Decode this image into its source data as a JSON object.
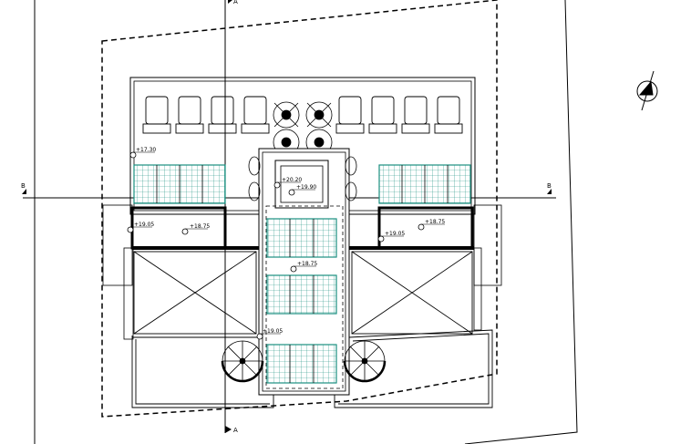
{
  "plan": {
    "section_labels": {
      "b_left": "B",
      "b_right": "B",
      "a_top": "A",
      "a_bottom": "A"
    },
    "elevations": {
      "e1": "+17.30",
      "e2": "+20.20",
      "e3": "+19.90",
      "e4": "+19.05",
      "e5": "+18.75",
      "e6": "+18.75",
      "e7": "+19.05",
      "e8": "+18.75",
      "e9": "+19.05"
    },
    "north_arrow": "north-arrow-icon",
    "colors": {
      "solar_panel": "#1a8f80",
      "line": "#000000"
    }
  }
}
